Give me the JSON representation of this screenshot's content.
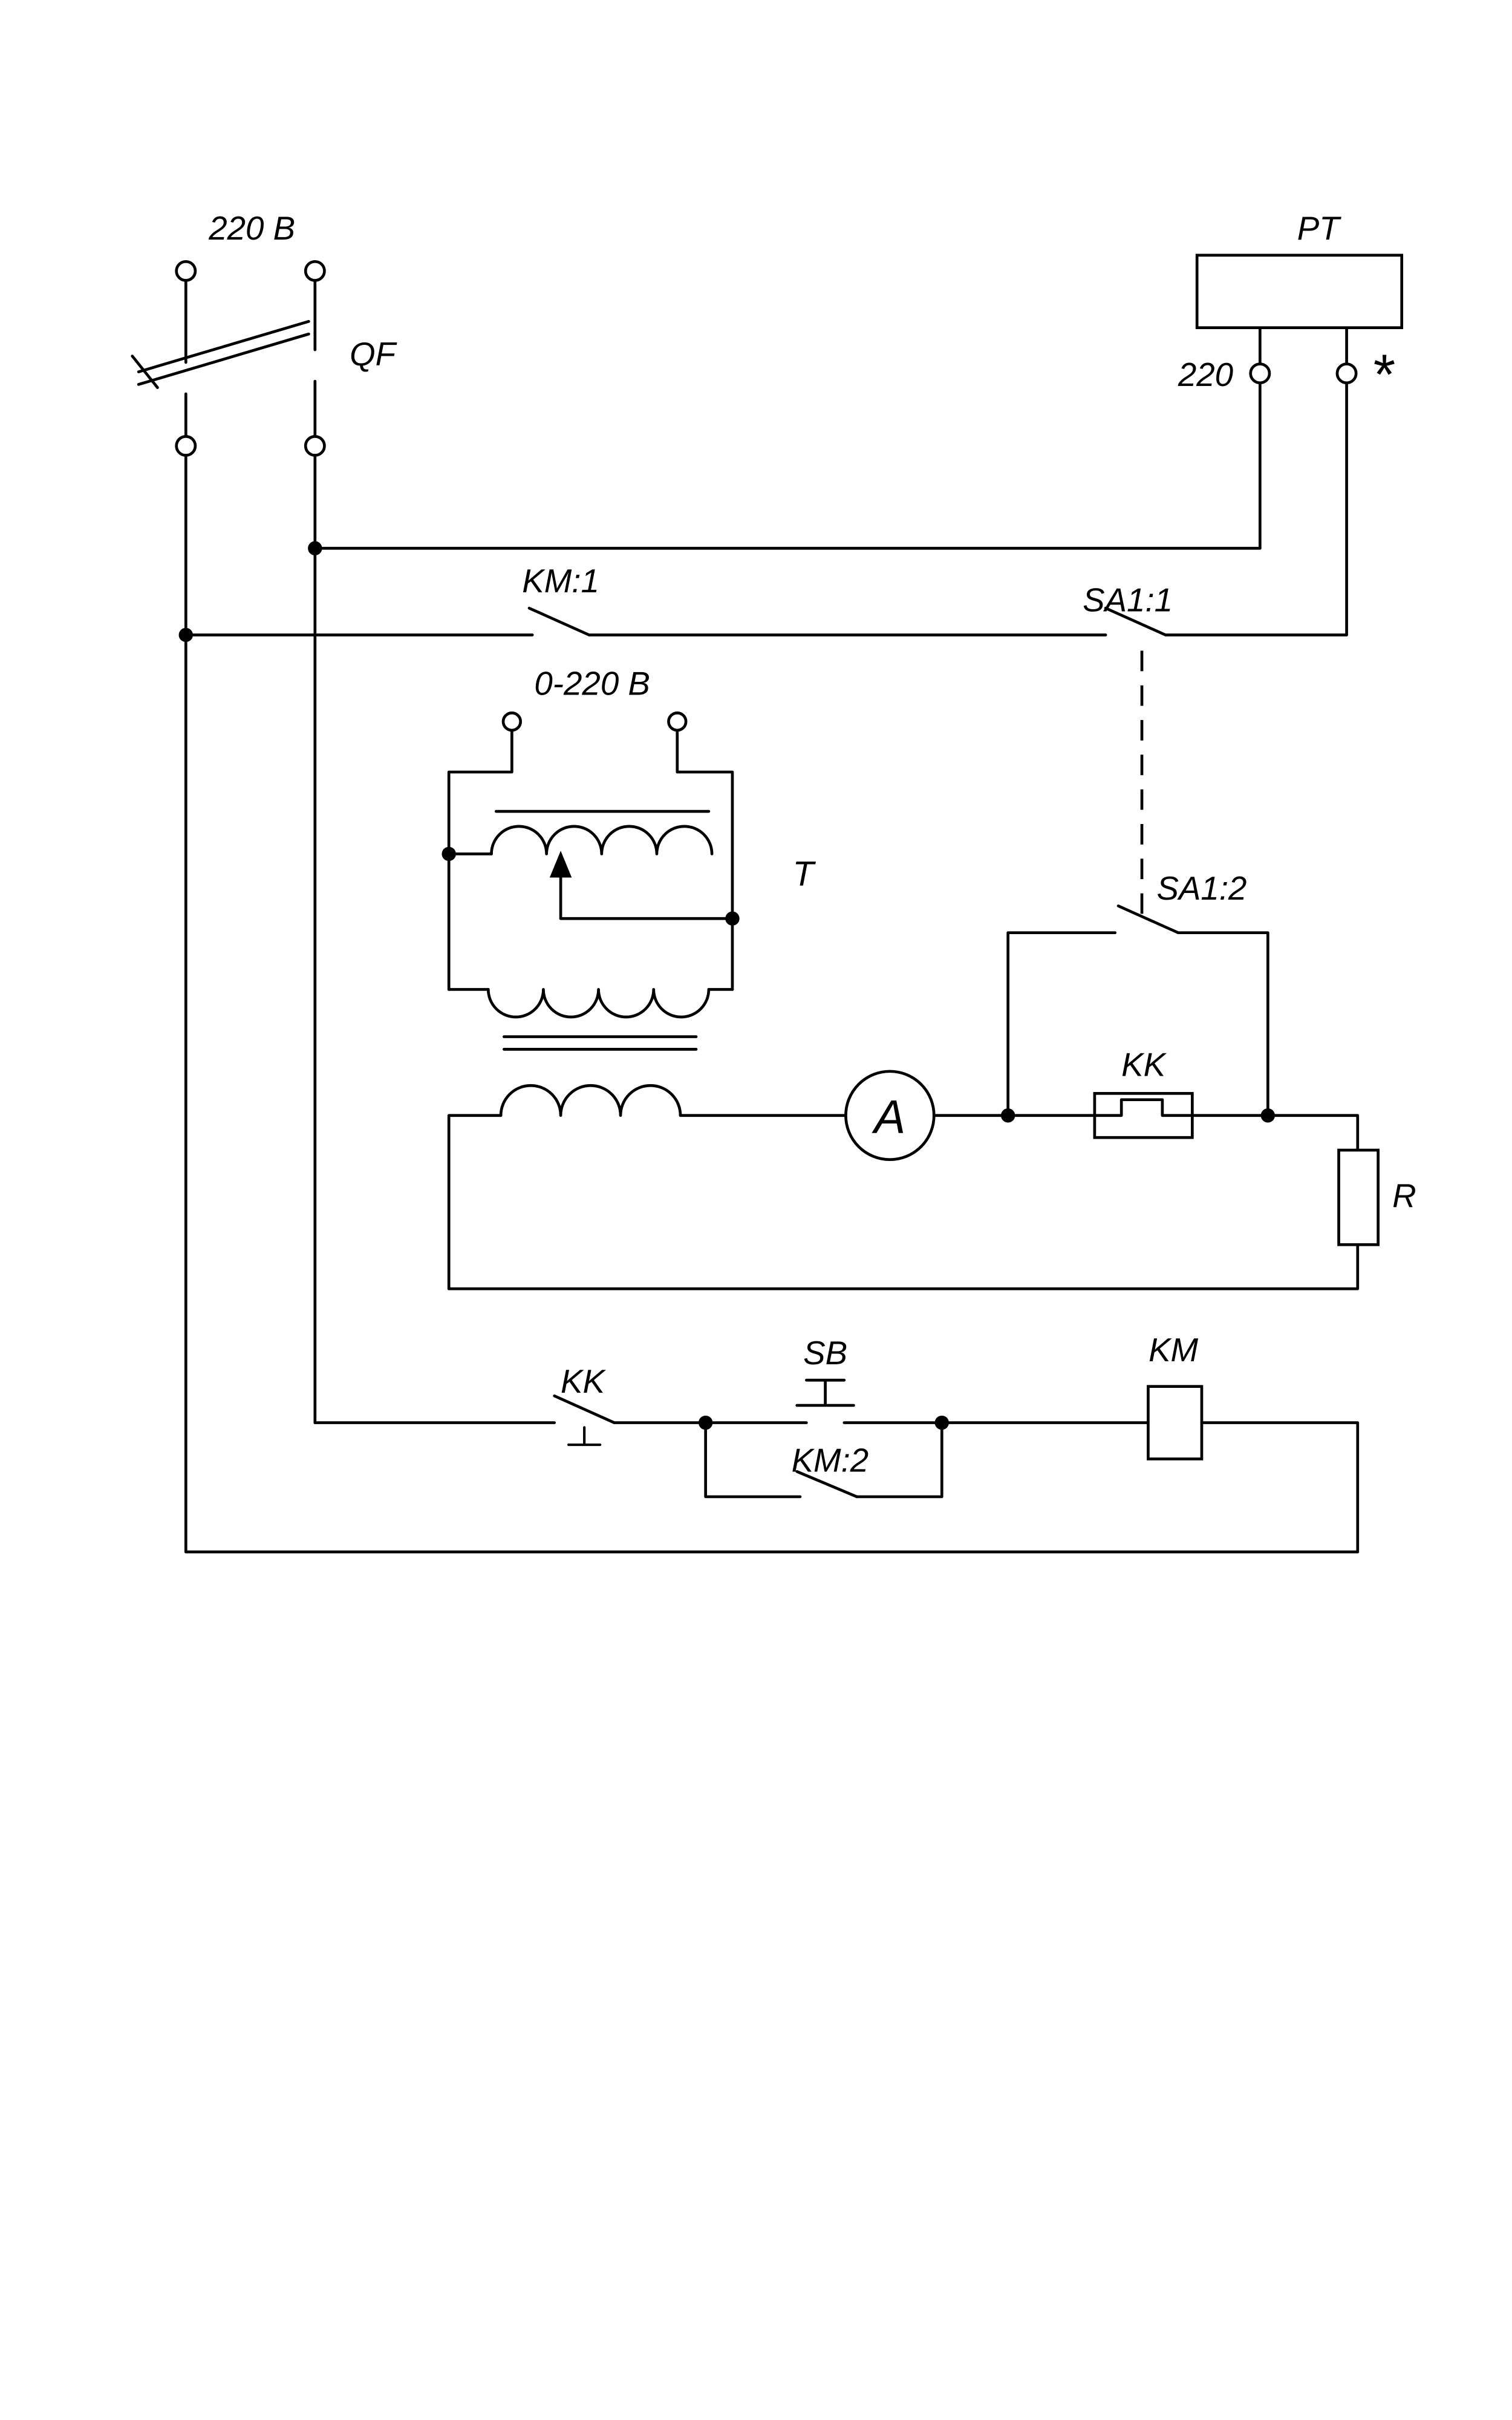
{
  "diagram": {
    "kind": "electrical-schematic",
    "background_color": "#ffffff",
    "line_color": "#000000",
    "labels": {
      "supply_voltage": "220 В",
      "breaker": "QF",
      "relay_device": "PT",
      "relay_terminal_voltage": "220",
      "relay_terminal_polarity": "*",
      "contact_km1": "KM:1",
      "switch_sa1_1": "SA1:1",
      "variac_range": "0-220 В",
      "transformer": "T",
      "switch_sa1_2": "SA1:2",
      "heater": "KK",
      "ammeter": "A",
      "resistor": "R",
      "thermal_contact": "KK",
      "button": "SB",
      "contact_km2": "KM:2",
      "contactor_coil": "KM"
    }
  }
}
